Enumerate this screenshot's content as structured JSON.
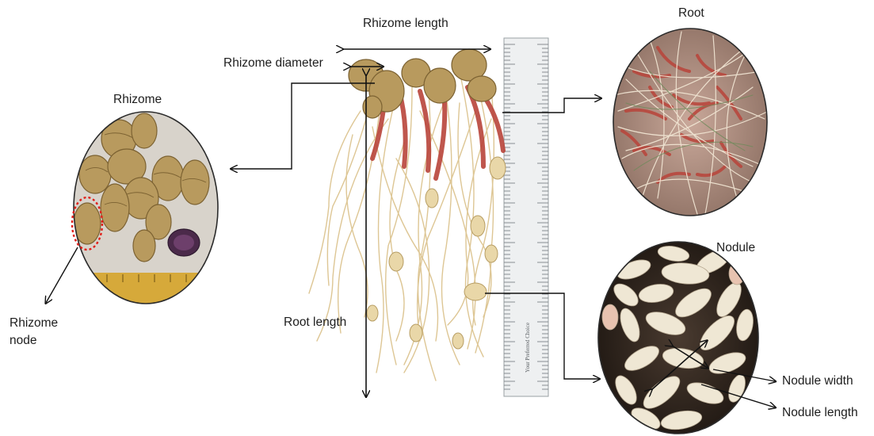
{
  "labels": {
    "rhizome_length": "Rhizome length",
    "rhizome_diameter": "Rhizome diameter",
    "rhizome": "Rhizome",
    "root": "Root",
    "nodule": "Nodule",
    "root_length": "Root length",
    "rhizome_node": "Rhizome node",
    "nodule_width": "Nodule width",
    "nodule_length": "Nodule length"
  },
  "ruler_text": "Your Preferred Choice",
  "colors": {
    "root_fiber": "#dcc38f",
    "root_red": "#b9443a",
    "rhizome_tan": "#b89a5e",
    "nodule_cream": "#efe7d4",
    "node_marker": "#e0201a",
    "arrow": "#111111"
  }
}
